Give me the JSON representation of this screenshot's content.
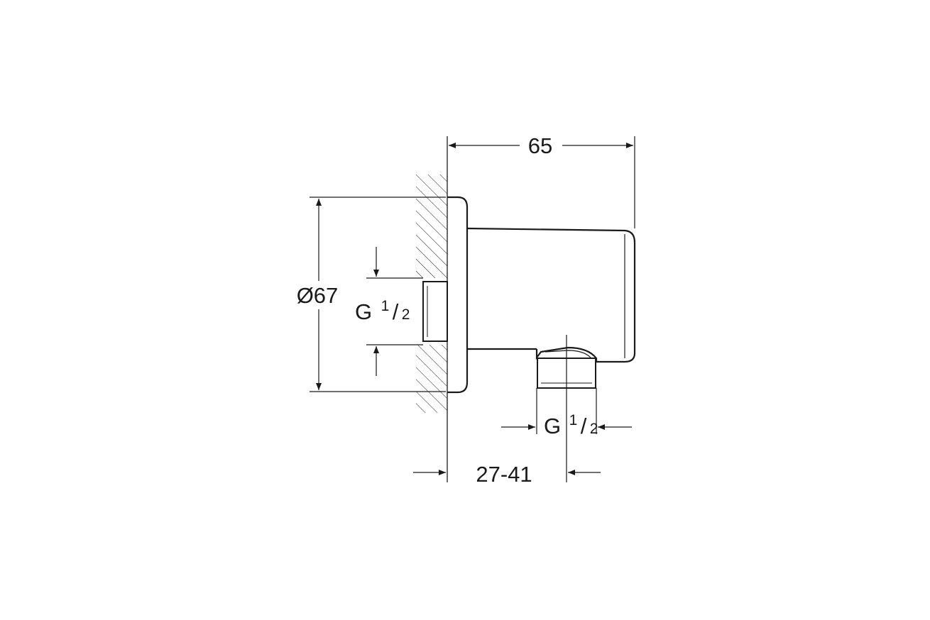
{
  "dimensions": {
    "overall_depth": "65",
    "diameter": "Ø67",
    "wall_thread": {
      "letter": "G",
      "numerator": "1",
      "slash": "/",
      "denominator": "2"
    },
    "outlet_thread": {
      "letter": "G",
      "numerator": "1",
      "slash": "/",
      "denominator": "2"
    },
    "outlet_offset": "27-41"
  }
}
